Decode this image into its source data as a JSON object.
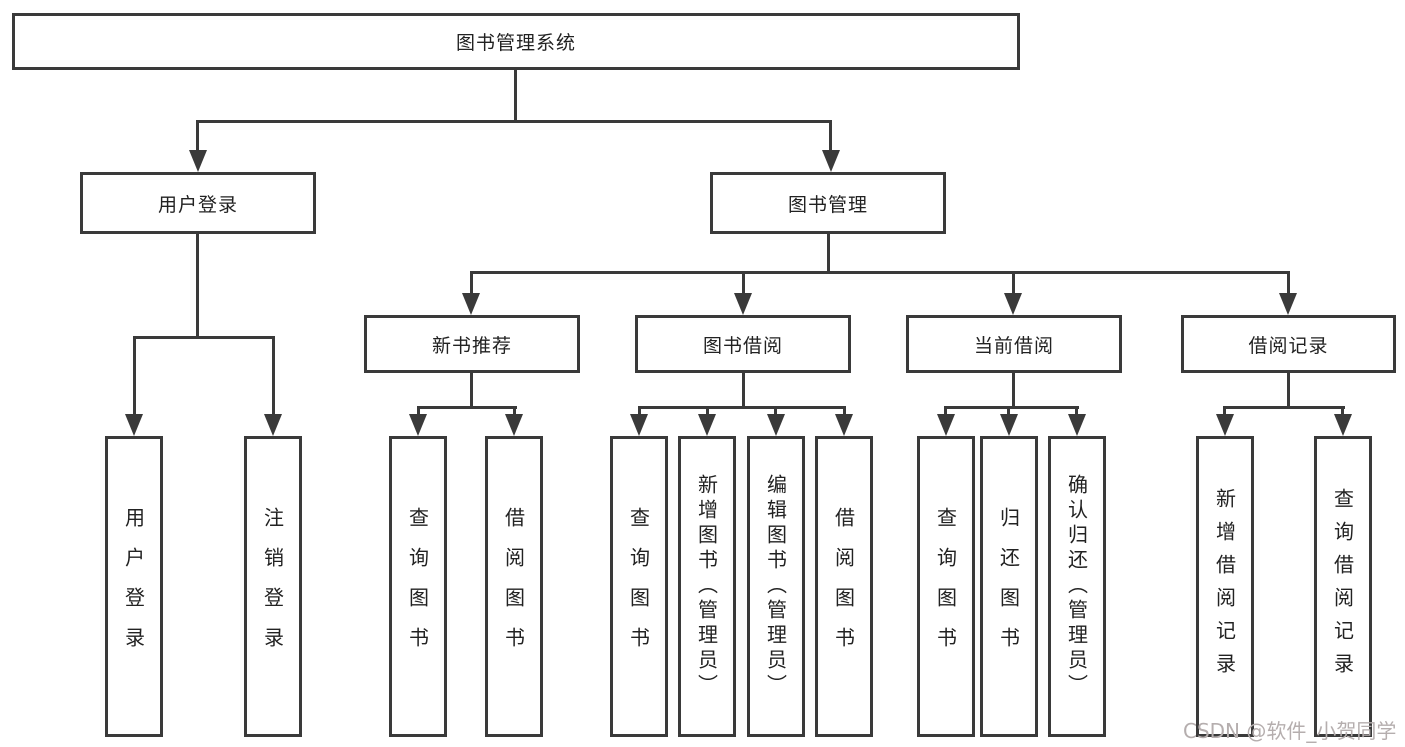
{
  "diagram_title": "图书管理系统",
  "tree": {
    "root": "图书管理系统",
    "branches": [
      {
        "label": "用户登录",
        "children": [
          "用户登录",
          "注销登录"
        ]
      },
      {
        "label": "图书管理",
        "groups": [
          {
            "label": "新书推荐",
            "children": [
              "查询图书",
              "借阅图书"
            ]
          },
          {
            "label": "图书借阅",
            "children": [
              "查询图书",
              "新增图书（管理员）",
              "编辑图书（管理员）",
              "借阅图书"
            ]
          },
          {
            "label": "当前借阅",
            "children": [
              "查询图书",
              "归还图书",
              "确认归还（管理员）"
            ]
          },
          {
            "label": "借阅记录",
            "children": [
              "新增借阅记录",
              "查询借阅记录"
            ]
          }
        ]
      }
    ]
  },
  "watermark": "CSDN @软件_小贺同学",
  "colors": {
    "line": "#3a3a3a",
    "text": "#222222",
    "background": "#ffffff",
    "watermark": "#b5aeae"
  }
}
